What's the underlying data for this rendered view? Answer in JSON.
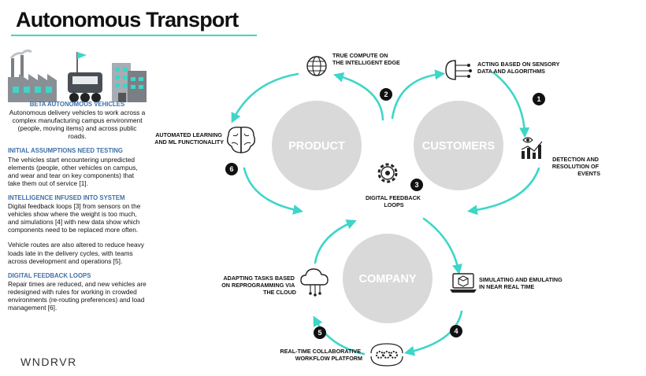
{
  "title": "Autonomous Transport",
  "brand": "WNDRVR",
  "colors": {
    "accent": "#3dd6c8",
    "circle": "#d9d9d9",
    "heading": "#3f6fa8",
    "badge": "#111111"
  },
  "sidebar": {
    "sections": [
      {
        "heading": "BETA AUTONOMOUS VEHICLES",
        "body": "Autonomous delivery vehicles to work across a complex manufacturing campus environment (people, moving items) and across public roads."
      },
      {
        "heading": "INITIAL ASSUMPTIONS NEED TESTING",
        "body": "The vehicles start encountering unpredicted elements (people, other vehicles on campus, and wear and tear on key components) that take them out of service [1]."
      },
      {
        "heading": "INTELLIGENCE INFUSED INTO SYSTEM",
        "body": "Digital feedback loops [3] from sensors on the vehicles show where the weight is too much, and simulations [4] with new data show which components need to be replaced more often."
      },
      {
        "heading": "",
        "body": "Vehicle routes are also altered to reduce heavy loads late in the delivery cycles, with teams across development and operations [5]."
      },
      {
        "heading": "DIGITAL FEEDBACK LOOPS",
        "body": "Repair times are reduced, and new vehicles are redesigned with rules for working in crowded environments (re-routing preferences) and load management [6]."
      }
    ]
  },
  "diagram": {
    "circles": {
      "product": "PRODUCT",
      "customers": "CUSTOMERS",
      "company": "COMPANY"
    },
    "steps": {
      "compute": {
        "icon": "globe-network-icon",
        "line1": "TRUE COMPUTE ON",
        "line2": "THE INTELLIGENT EDGE"
      },
      "acting": {
        "icon": "circuit-brain-icon",
        "line1": "ACTING BASED ON SENSORY",
        "line2": "DATA AND ALGORITHMS"
      },
      "detection": {
        "icon": "eye-chart-icon",
        "line1": "DETECTION AND",
        "line2": "RESOLUTION OF",
        "line3": "EVENTS"
      },
      "learning": {
        "icon": "brain-icon",
        "line1": "AUTOMATED LEARNING",
        "line2": "AND ML FUNCTIONALITY"
      },
      "feedback": {
        "icon": "gear-icon",
        "line1": "DIGITAL FEEDBACK",
        "line2": "LOOPS"
      },
      "simulating": {
        "icon": "laptop-cube-icon",
        "line1": "SIMULATING AND EMULATING",
        "line2": "IN NEAR REAL TIME"
      },
      "adapting": {
        "icon": "cloud-circuit-icon",
        "line1": "ADAPTING TASKS BASED",
        "line2": "ON REPROGRAMMING VIA",
        "line3": "THE CLOUD"
      },
      "collab": {
        "icon": "workflow-gears-icon",
        "line1": "REAL-TIME COLLABORATIVE",
        "line2": "WORKFLOW PLATFORM"
      }
    },
    "badges": [
      "1",
      "2",
      "3",
      "4",
      "5",
      "6"
    ]
  }
}
